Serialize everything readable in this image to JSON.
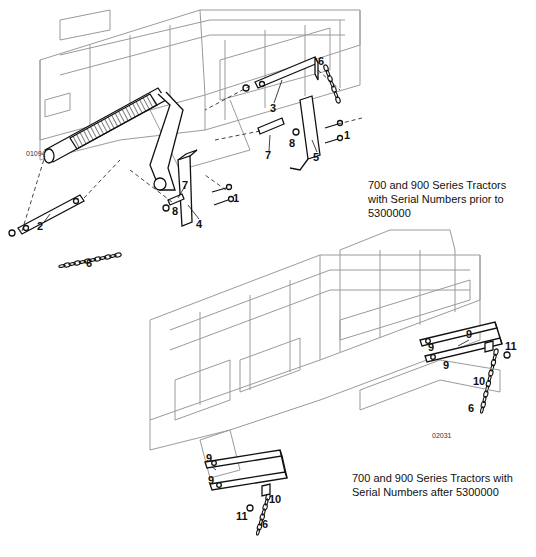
{
  "diagram": {
    "labels": [
      "6",
      "3",
      "1",
      "8",
      "7",
      "5",
      "01094",
      "7",
      "1",
      "8",
      "4",
      "2",
      "6",
      "700 and 900 Series Tractors with Serial Numbers prior to 5300000",
      "9",
      "11",
      "9",
      "9",
      "10",
      "6",
      "02031",
      "9",
      "9",
      "10",
      "11",
      "6",
      "700 and 900 Series Tractors with Serial Numbers after 5300000"
    ]
  }
}
